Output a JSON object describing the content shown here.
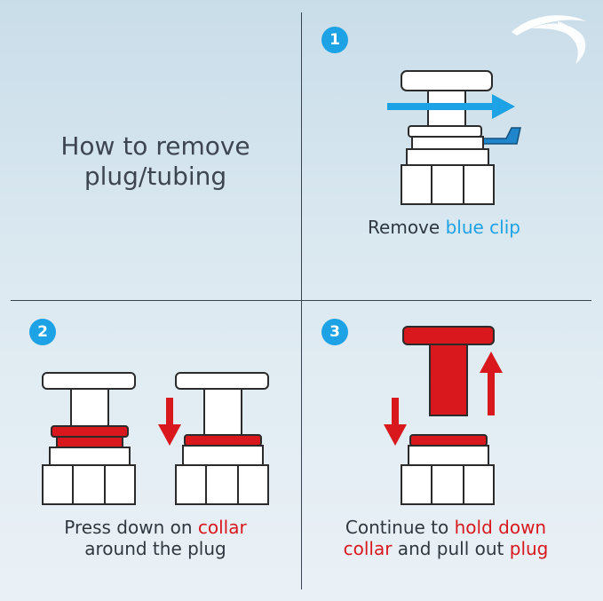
{
  "title": {
    "line1": "How to remove",
    "line2": "plug/tubing"
  },
  "steps": [
    {
      "number": "1",
      "caption": {
        "prefix": "Remove ",
        "highlight": "blue clip"
      }
    },
    {
      "number": "2",
      "caption": {
        "line1_prefix": "Press down on ",
        "line1_highlight": "collar",
        "line2": "around the plug"
      }
    },
    {
      "number": "3",
      "caption": {
        "line1_prefix": "Continue to ",
        "line1_highlight": "hold down",
        "line2_highlight": "collar",
        "line2_middle": " and pull out ",
        "line2_highlight2": "plug"
      }
    }
  ],
  "colors": {
    "accent_blue": "#1ea2e6",
    "accent_red": "#d8181c",
    "text_dark": "#2f3740",
    "background": "#d6e6ef"
  },
  "icons": [
    "brand-swoosh-logo",
    "down-arrow-icon",
    "up-arrow-icon",
    "right-arrow-icon"
  ]
}
